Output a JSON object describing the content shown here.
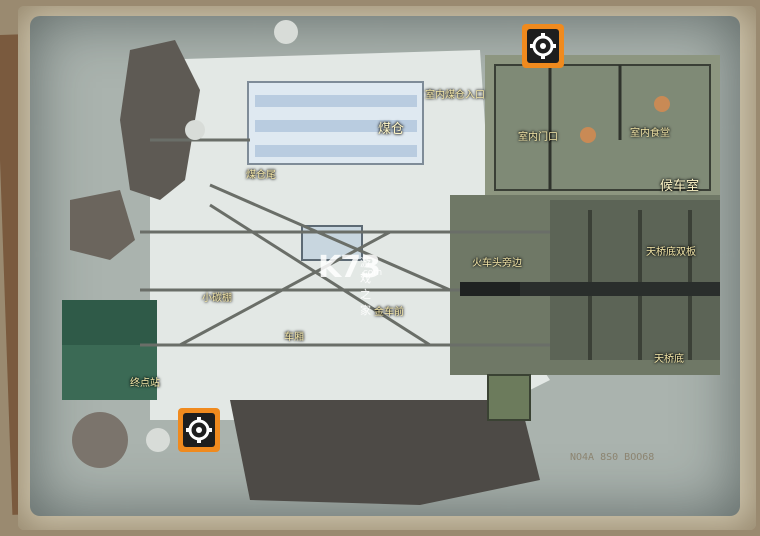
{
  "map": {
    "labels": {
      "coal_warehouse": "煤仓",
      "coal_storage_entrance": "室内煤仓入口",
      "indoor_door": "室内门口",
      "indoor_canteen": "室内食堂",
      "waiting_room": "候车室",
      "coal_warehouse_tail": "煤仓尾",
      "bridge_bottom_double_plate": "天桥底双板",
      "beside_locomotive": "火车头旁边",
      "small_shed": "小碳棚",
      "before_golden_car": "金车前",
      "carriage": "车厢",
      "bridge_bottom": "天桥底",
      "terminal_station": "终点站"
    },
    "markers": [
      {
        "name": "top-gear-marker",
        "icon": "gear-icon"
      },
      {
        "name": "bottom-gear-marker",
        "icon": "gear-icon"
      }
    ],
    "watermark": {
      "logo": "K73",
      "site": "游戏之家",
      "url": ".com"
    },
    "colors": {
      "paper": "#cfc6ae",
      "snow": "#e6ebe8",
      "building_floor": "#8d9680",
      "label_text": "#f3e6a8",
      "marker_orange": "#f08a1e"
    }
  }
}
